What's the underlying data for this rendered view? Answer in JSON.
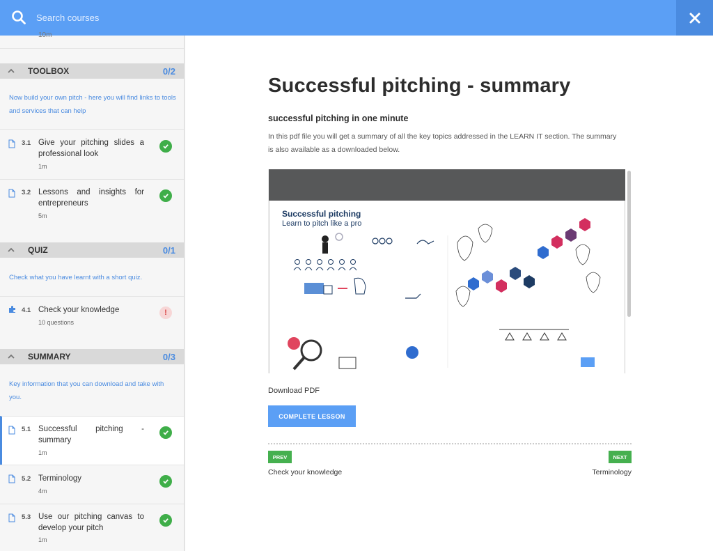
{
  "search": {
    "placeholder": "Search courses"
  },
  "sidebar": {
    "previous_duration": "10m",
    "sections": [
      {
        "title": "TOOLBOX",
        "score": "0/2",
        "description": "Now build your own pitch - here you will find links to tools and services that can help",
        "lessons": [
          {
            "num": "3.1",
            "title": "Give your pitching slides a professional look",
            "duration": "1m",
            "status": "done"
          },
          {
            "num": "3.2",
            "title": "Lessons and insights for entrepreneurs",
            "duration": "5m",
            "status": "done"
          }
        ]
      },
      {
        "title": "QUIZ",
        "score": "0/1",
        "description": "Check what you have learnt with a short quiz.",
        "lessons": [
          {
            "num": "4.1",
            "title": "Check your knowledge",
            "duration": "10 questions",
            "status": "alert"
          }
        ]
      },
      {
        "title": "SUMMARY",
        "score": "0/3",
        "description": "Key information that you can download and take with you.",
        "lessons": [
          {
            "num": "5.1",
            "title": "Successful pitching - summary",
            "duration": "1m",
            "status": "done"
          },
          {
            "num": "5.2",
            "title": "Terminology",
            "duration": "4m",
            "status": "done"
          },
          {
            "num": "5.3",
            "title": "Use our pitching canvas to develop your pitch",
            "duration": "1m",
            "status": "done"
          }
        ]
      }
    ]
  },
  "main": {
    "title": "Successful pitching - summary",
    "subtitle": "successful pitching in one minute",
    "description": "In this pdf file you will get a summary of all the key topics addressed in the LEARN IT section. The summary is also available as a downloaded below.",
    "pdf": {
      "heading": "Successful pitching",
      "subheading": "Learn to pitch like a pro"
    },
    "download_label": "Download PDF",
    "complete_label": "COMPLETE LESSON",
    "prev_label": "PREV",
    "next_label": "NEXT",
    "prev_lesson": "Check your knowledge",
    "next_lesson": "Terminology"
  },
  "colors": {
    "accent": "#5b9ff5",
    "success": "#3fae49",
    "alert": "#d94848"
  }
}
